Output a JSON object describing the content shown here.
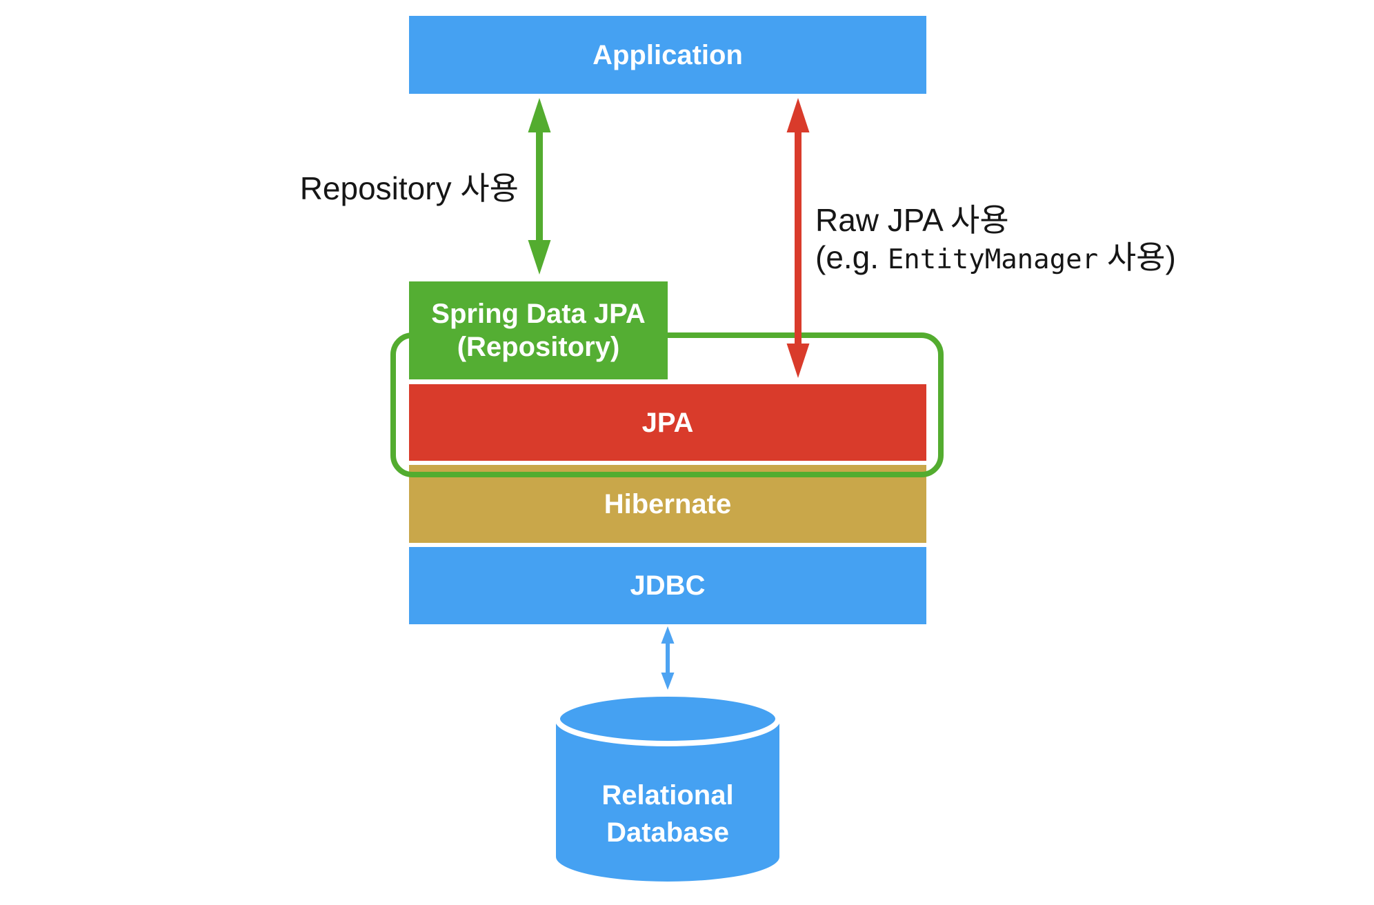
{
  "boxes": {
    "application": {
      "label": "Application"
    },
    "spring": {
      "line1": "Spring Data JPA",
      "line2": "(Repository)"
    },
    "jpa": {
      "label": "JPA"
    },
    "hibernate": {
      "label": "Hibernate"
    },
    "jdbc": {
      "label": "JDBC"
    },
    "database": {
      "line1": "Relational",
      "line2": "Database"
    }
  },
  "annotations": {
    "repository_usage": "Repository 사용",
    "raw_jpa_line1": "Raw JPA 사용",
    "raw_jpa_line2_pre": "(e.g. ",
    "raw_jpa_line2_code": "EntityManager",
    "raw_jpa_line2_post": " 사용)"
  },
  "colors": {
    "blue": "#45A1F2",
    "green_box": "#54AE33",
    "green_line": "#53AC2F",
    "red": "#D93B2B",
    "gold": "#C9A74A",
    "blue_arrow": "#4DA3F2",
    "white": "#FFFFFF",
    "text_dark": "#161616"
  }
}
